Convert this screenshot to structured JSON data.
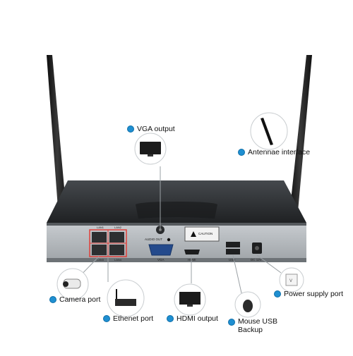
{
  "panel_text": {
    "audio_out": "AUDIO OUT",
    "caution": "CAUTION",
    "vga": "VGA",
    "hdmi": "HDMI",
    "usb": "USB",
    "dc12v": "DC 12V",
    "lan1": "LAN1",
    "lan2": "LAN2",
    "lan3": "LAN3",
    "lan4": "LAN4"
  },
  "callouts": {
    "vga_output": "VGA output",
    "antennae_interface": "Antennae interface",
    "camera_port": "Camera port",
    "ethernet_port": "Ethenet port",
    "hdmi_output": "HDMI output",
    "mouse_usb_backup": "Mouse USB Backup",
    "power_supply_port": "Power supply port"
  },
  "colors": {
    "accent_dot": "#1f8fd1",
    "device_top": "#2e3033",
    "device_panel": "#b7bcc0",
    "lan_highlight": "#e0403a"
  }
}
